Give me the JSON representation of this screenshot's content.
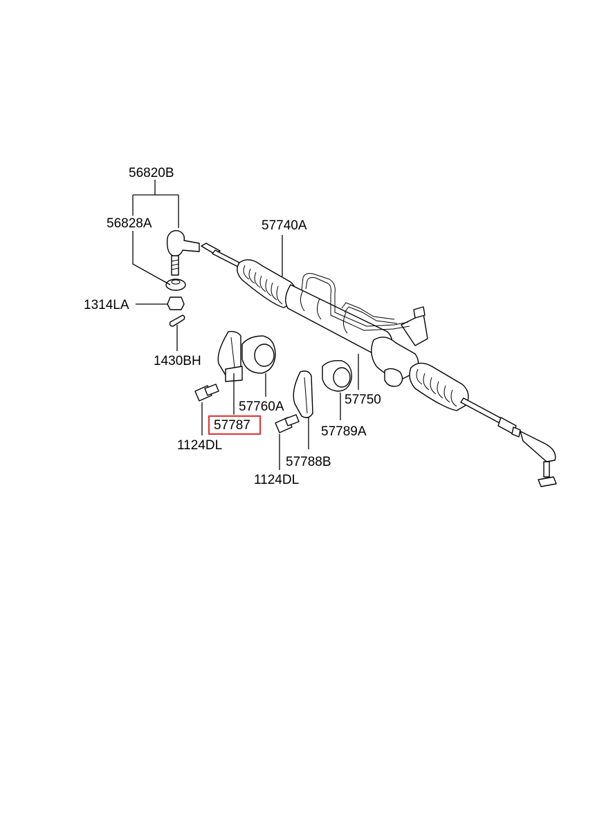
{
  "colors": {
    "highlight": "#e03030"
  },
  "labels": {
    "p56820B": "56820B",
    "p56828A": "56828A",
    "p57740A": "57740A",
    "p1314LA": "1314LA",
    "p1430BH": "1430BH",
    "p57760A": "57760A",
    "p57787": "57787",
    "p1124DL_left": "1124DL",
    "p57750": "57750",
    "p57789A": "57789A",
    "p57788B": "57788B",
    "p1124DL_right": "1124DL"
  }
}
